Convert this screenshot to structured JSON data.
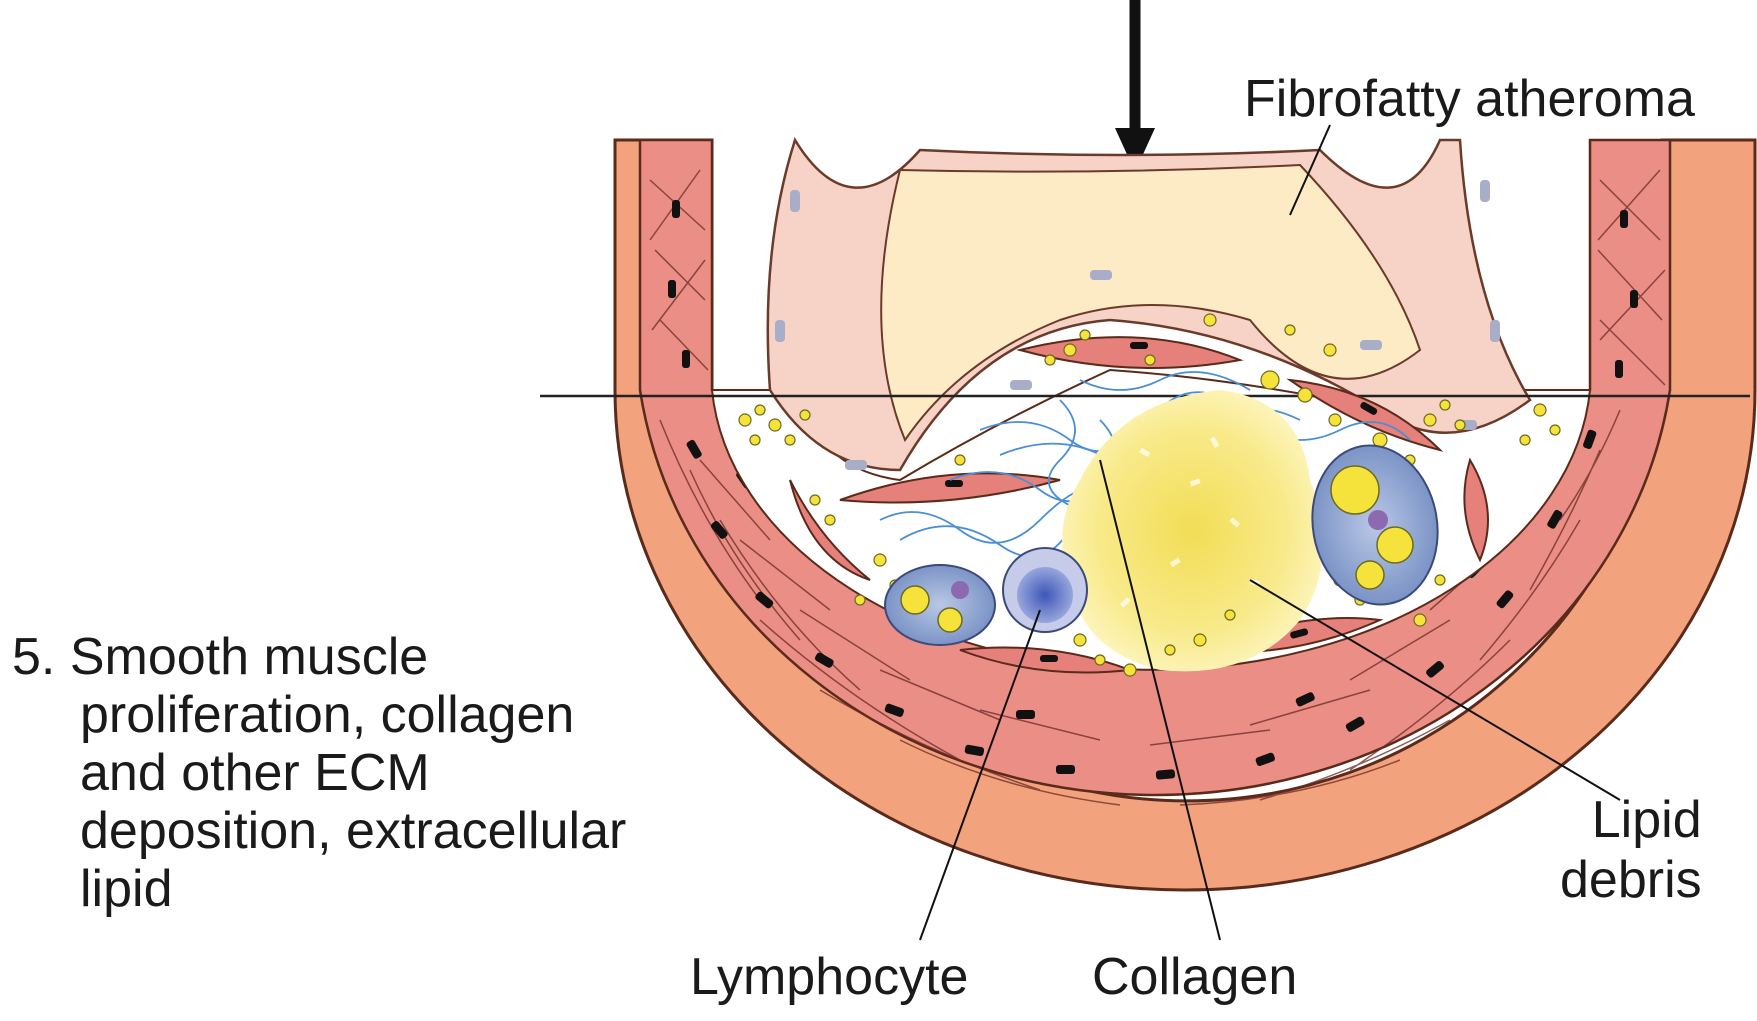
{
  "step": {
    "lines": [
      "5. Smooth muscle",
      "proliferation, collagen",
      "and other ECM",
      "deposition, extracellular",
      "lipid"
    ]
  },
  "labels": {
    "fibrofatty": "Fibrofatty atheroma",
    "lipid_debris": [
      "Lipid",
      "debris"
    ],
    "lymphocyte": "Lymphocyte",
    "collagen": "Collagen"
  },
  "colors": {
    "adventitia": "#f2a27c",
    "media": "#ea8e86",
    "intima_cells": "#f6d3c6",
    "plaque_cap": "#fcebc5",
    "lipid_core": "#f7e57a",
    "lipid_droplet": "#f5e23a",
    "collagen_fibers": "#4a8fd4",
    "macrophage": "#8fa9d6",
    "lymphocyte": "#6b7fc8",
    "nuclei": "#111111"
  }
}
